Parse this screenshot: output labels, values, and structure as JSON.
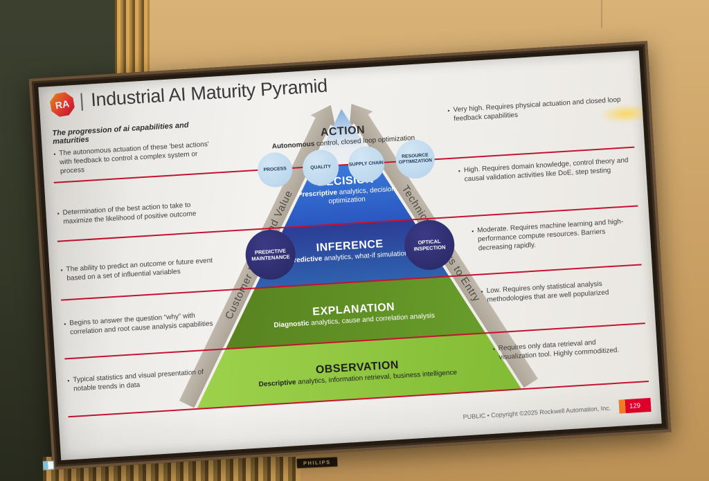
{
  "tv": {
    "brand_label": "PHILIPS"
  },
  "slide": {
    "logo_text": "RA",
    "title_sep": "|",
    "title": "Industrial AI Maturity Pyramid",
    "left_heading": "The progression of ai capabilities and maturities",
    "bullet_char": "•",
    "left_bullets": [
      "The autonomous actuation of these 'best actions' with feedback to control a complex system or process",
      "Determination of the best action to take to maximize the likelihood of positive outcome",
      "The ability to predict an outcome or future event based on a set of influential variables",
      "Begins to answer the question “why” with correlation and root cause analysis capabilities",
      "Typical statistics and visual presentation of notable trends in data"
    ],
    "right_bullets": [
      "Very high. Requires physical actuation and closed loop feedback capabilities",
      "High. Requires domain knowledge, control theory and causal validation activities like DoE, step testing",
      "Moderate. Requires machine learning and high-performance compute resources. Barriers decreasing rapidly.",
      "Low. Requires only statistical analysis methodologies that are well popularized",
      "Requires only data retrieval and visualization tool. Highly commoditized."
    ],
    "pyramid": {
      "left_axis": "Customer Impact and Value",
      "right_axis": "Technical Barriers to Entry",
      "levels": [
        {
          "name": "ACTION",
          "desc_bold": "Autonomous",
          "desc_rest": " control, closed loop optimization"
        },
        {
          "name": "DECISION",
          "desc_bold": "Prescriptive",
          "desc_rest": " analytics, decision optimization"
        },
        {
          "name": "INFERENCE",
          "desc_bold": "Predictive",
          "desc_rest": " analytics, what-if simulations"
        },
        {
          "name": "EXPLANATION",
          "desc_bold": "Diagnostic",
          "desc_rest": " analytics, cause and correlation analysis"
        },
        {
          "name": "OBSERVATION",
          "desc_bold": "Descriptive",
          "desc_rest": " analytics, information retrieval, business intelligence"
        }
      ],
      "bubbles_light": [
        "PROCESS",
        "QUALITY",
        "SUPPLY CHAIN",
        "RESOURCE OPTIMIZATION"
      ],
      "bubbles_dark": [
        "PREDICTIVE MAINTENANCE",
        "OPTICAL INSPECTION"
      ]
    },
    "footer": {
      "text": "PUBLIC • Copyright ©2025 Rockwell Automation, Inc.",
      "page": "129"
    },
    "colors": {
      "rockwell_red": "#C8102E",
      "decision_blue": "#2F6FD0",
      "inference_navy": "#2C3D96",
      "explanation_green": "#567F1E",
      "observation_green": "#8FC93F",
      "ribbon_gray": "#B9B1A5"
    }
  }
}
